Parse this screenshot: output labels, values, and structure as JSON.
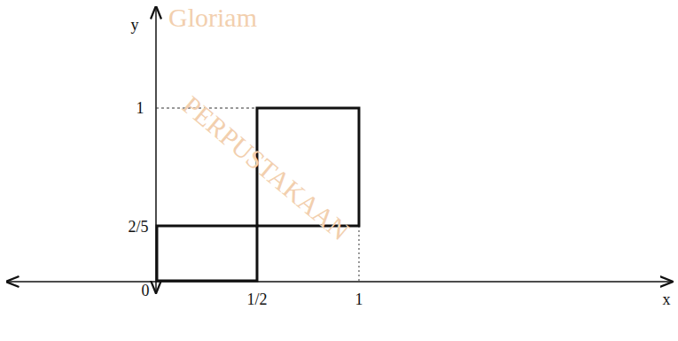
{
  "diagram": {
    "labels": [
      "y",
      "1",
      "2/5",
      "0",
      "1/2",
      "1",
      "x",
      "Gloriam",
      "PERPUSTAKAAN"
    ]
  }
}
